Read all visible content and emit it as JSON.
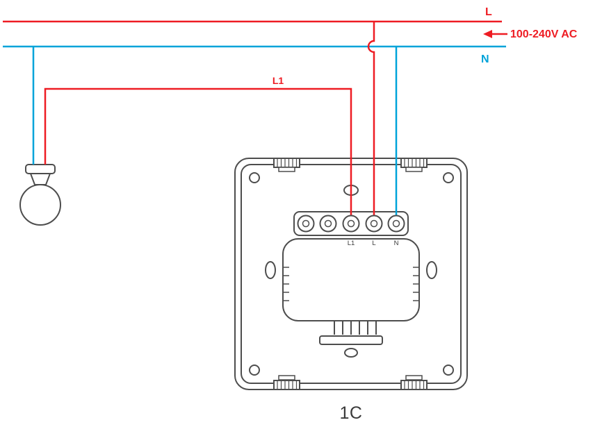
{
  "diagram": {
    "caption": "1C",
    "power": {
      "live_label": "L",
      "neutral_label": "N",
      "voltage_label": "100-240V AC"
    },
    "wires": {
      "l1_label": "L1"
    },
    "switch": {
      "terminals": [
        "L1",
        "L",
        "N"
      ]
    },
    "colors": {
      "live": "#ee1c23",
      "neutral": "#00a3d9",
      "outline": "#4d4d4d",
      "label": "#3a3a3a"
    }
  }
}
